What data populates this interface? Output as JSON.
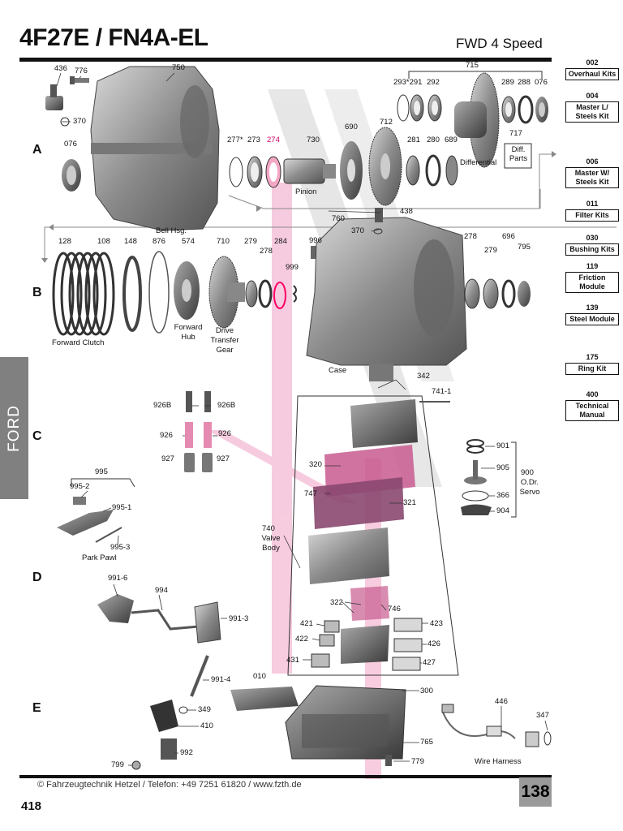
{
  "header": {
    "title": "4F27E / FN4A-EL",
    "subtitle": "FWD 4 Speed"
  },
  "side_tab": "FORD",
  "rows": [
    "A",
    "B",
    "C",
    "D",
    "E"
  ],
  "kits": [
    {
      "num": "002",
      "label": "Overhaul Kits"
    },
    {
      "num": "004",
      "label": "Master L/ Steels Kit"
    },
    {
      "num": "006",
      "label": "Master W/ Steels Kit"
    },
    {
      "num": "011",
      "label": "Filter Kits"
    },
    {
      "num": "030",
      "label": "Bushing Kits"
    },
    {
      "num": "119",
      "label": "Friction Module"
    },
    {
      "num": "139",
      "label": "Steel Module"
    },
    {
      "num": "175",
      "label": "Ring Kit"
    },
    {
      "num": "400",
      "label": "Technical Manual"
    }
  ],
  "part_labels": {
    "p436": "436",
    "p776": "776",
    "p750": "750",
    "p370a": "370",
    "p076a": "076",
    "p277": "277*",
    "p273": "273",
    "p274": "274",
    "p730": "730",
    "pinion": "Pinion",
    "p690": "690",
    "p712": "712",
    "p281": "281",
    "p280": "280",
    "p689": "689",
    "p715": "715",
    "p293": "293*",
    "p291": "291",
    "p292": "292",
    "p289": "289",
    "p288": "288",
    "p076b": "076",
    "p717": "717",
    "diff_parts": "Diff. Parts",
    "differential": "Differential",
    "bell": "Bell Hsg.",
    "p438": "438",
    "p760": "760",
    "p370b": "370",
    "p128": "128",
    "p108": "108",
    "p148": "148",
    "p876": "876",
    "p574": "574",
    "p710": "710",
    "p279a": "279",
    "p278a": "278",
    "p284": "284",
    "p996": "996",
    "p999": "999",
    "p278b": "278",
    "p279b": "279",
    "p696": "696",
    "p795": "795",
    "fwd_clutch": "Forward Clutch",
    "fwd_hub": "Forward Hub",
    "drive_gear": "Drive Transfer Gear",
    "case": "Case",
    "p342": "342",
    "p741": "741-1",
    "p926b_l": "926B",
    "p926b_r": "926B",
    "p926_l": "926",
    "p926_r": "926",
    "p927_l": "927",
    "p927_r": "927",
    "p995": "995",
    "p995_2": "995-2",
    "p995_1": "995-1",
    "p995_3": "995-3",
    "park_pawl": "Park Pawl",
    "p320": "320",
    "p747": "747",
    "p321": "321",
    "p740": "740",
    "valve_body": "Valve Body",
    "p901": "901",
    "p905": "905",
    "p366": "366",
    "p904": "904",
    "p900": "900",
    "odr_servo": "O.Dr. Servo",
    "p991_6": "991-6",
    "p994": "994",
    "p991_3": "991-3",
    "p322": "322",
    "p746": "746",
    "p421": "421",
    "p423": "423",
    "p422": "422",
    "p426": "426",
    "p431": "431",
    "p427": "427",
    "p991_4": "991-4",
    "p010": "010",
    "p300": "300",
    "p446": "446",
    "p347": "347",
    "p349": "349",
    "p410": "410",
    "p992": "992",
    "p799": "799",
    "p765": "765",
    "p779": "779",
    "wire_harness": "Wire Harness"
  },
  "footer": {
    "copyright": "© Fahrzeugtechnik Hetzel / Telefon: +49 7251 61820 / www.fzth.de",
    "page_box": "138",
    "page_left": "418"
  }
}
